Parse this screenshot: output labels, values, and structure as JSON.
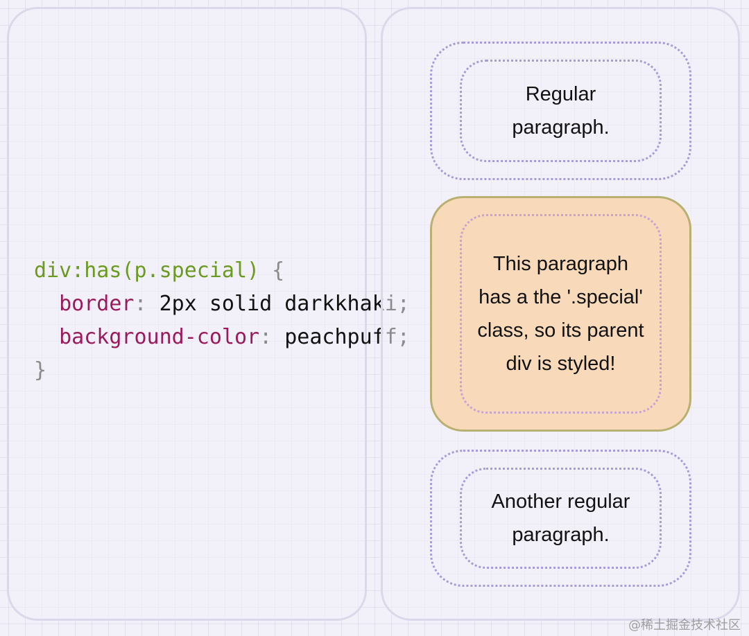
{
  "code": {
    "line1": {
      "selector": "div:has(p.special)",
      "brace_open": " {"
    },
    "line2": {
      "property": "border",
      "colon": ": ",
      "value": "2px solid darkkhaki;"
    },
    "line3": {
      "property": "background-color",
      "colon": ": ",
      "value": "peachpuff;"
    },
    "line4": {
      "brace_close": "}"
    }
  },
  "demo": {
    "paragraph_1": "Regular paragraph.",
    "paragraph_2": "This paragraph has a the '.special' class, so its parent div is styled!",
    "paragraph_3": "Another regular paragraph."
  },
  "colors": {
    "special_border": "#b7b070",
    "special_background": "#f8dabb"
  },
  "watermark": "@稀土掘金技术社区"
}
